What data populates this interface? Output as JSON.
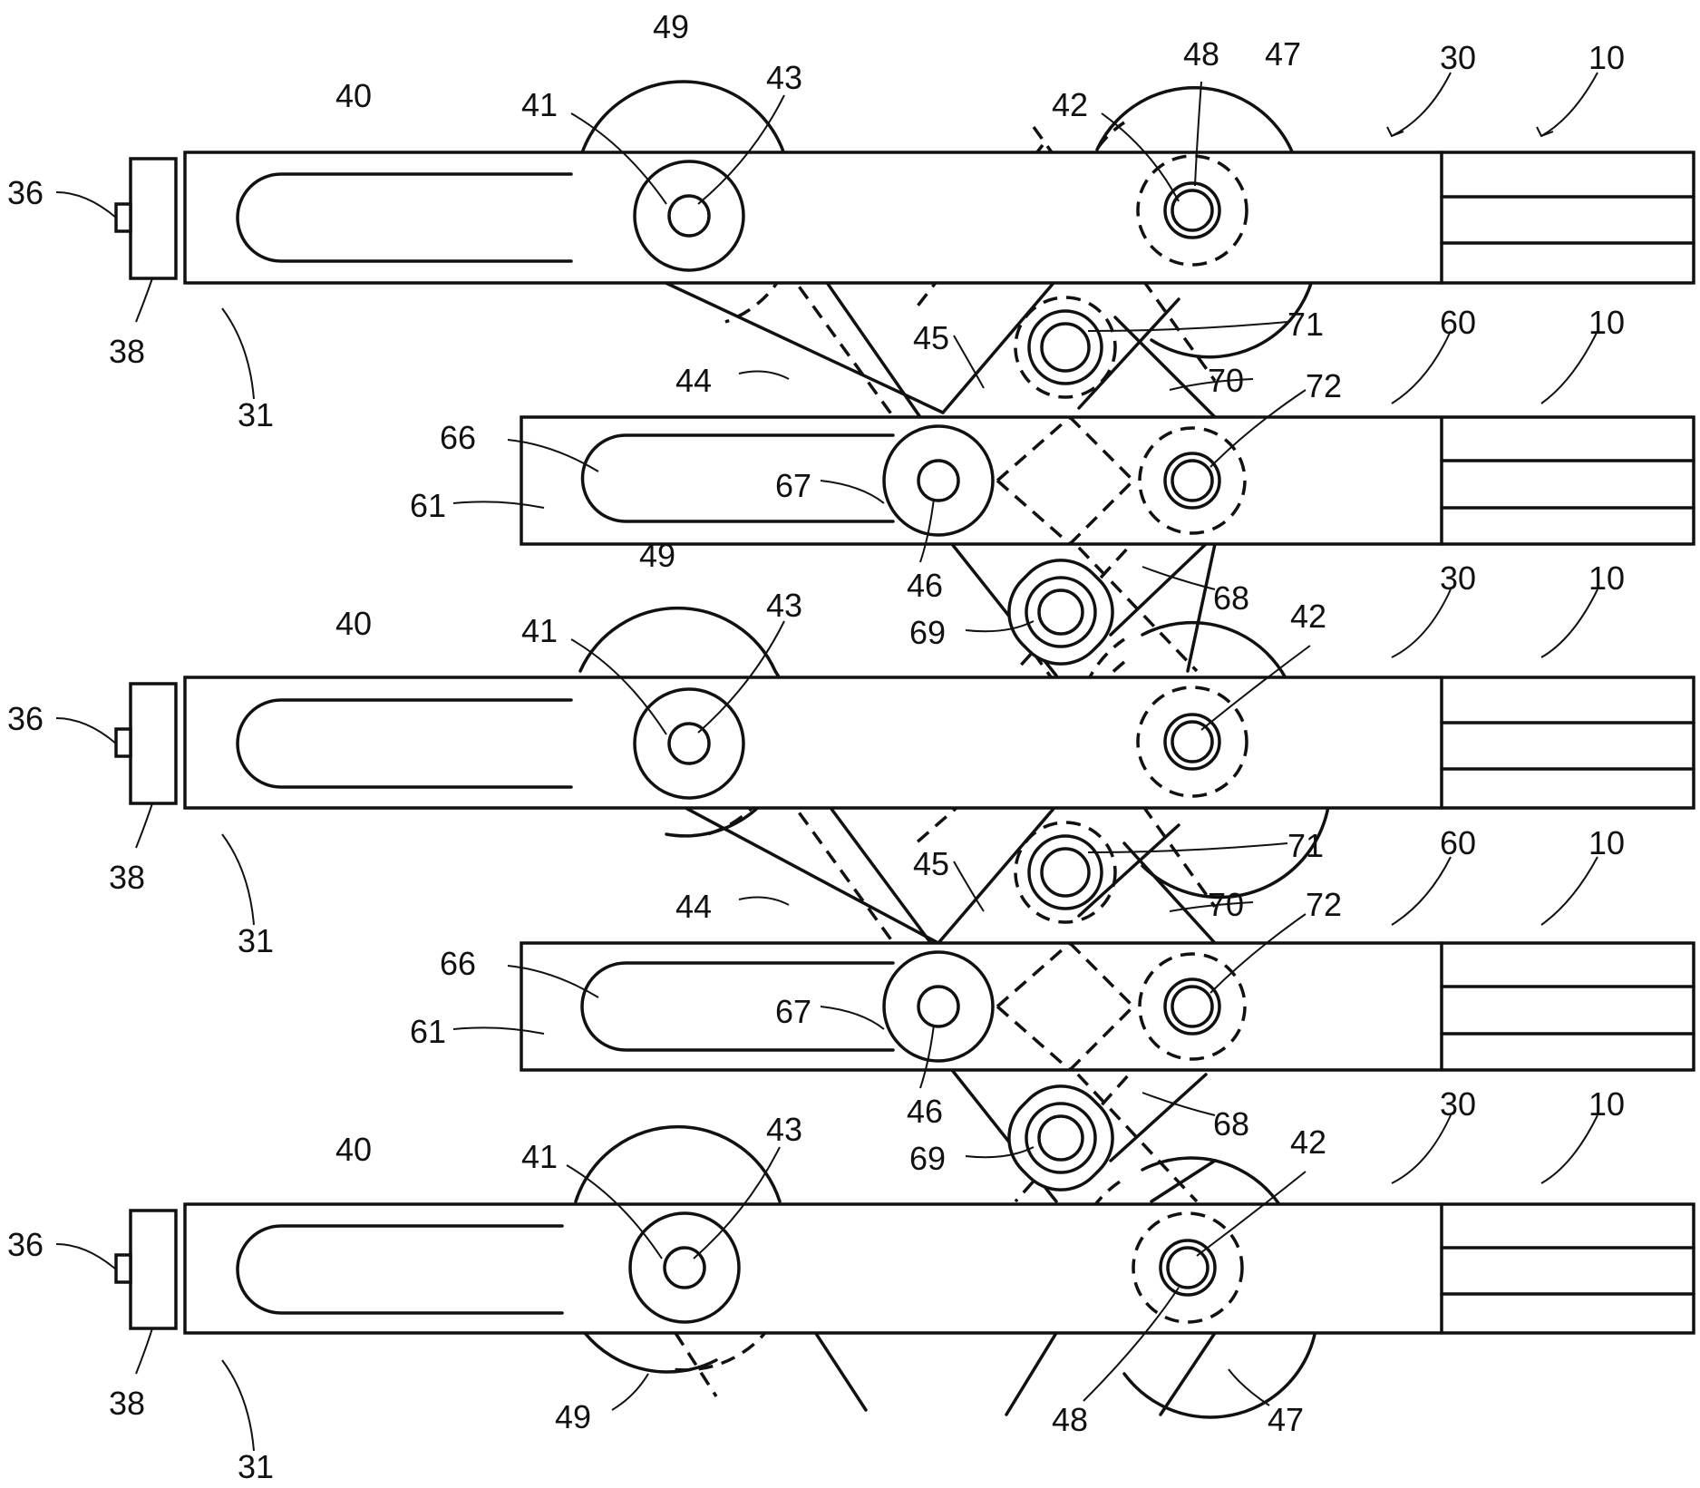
{
  "figure": {
    "labels": {
      "l10": "10",
      "l30": "30",
      "l31": "31",
      "l36": "36",
      "l38": "38",
      "l40": "40",
      "l41": "41",
      "l42": "42",
      "l43": "43",
      "l44": "44",
      "l45": "45",
      "l46": "46",
      "l47": "47",
      "l48": "48",
      "l49": "49",
      "l60": "60",
      "l61": "61",
      "l66": "66",
      "l67": "67",
      "l68": "68",
      "l69": "69",
      "l70": "70",
      "l71": "71",
      "l72": "72"
    }
  }
}
